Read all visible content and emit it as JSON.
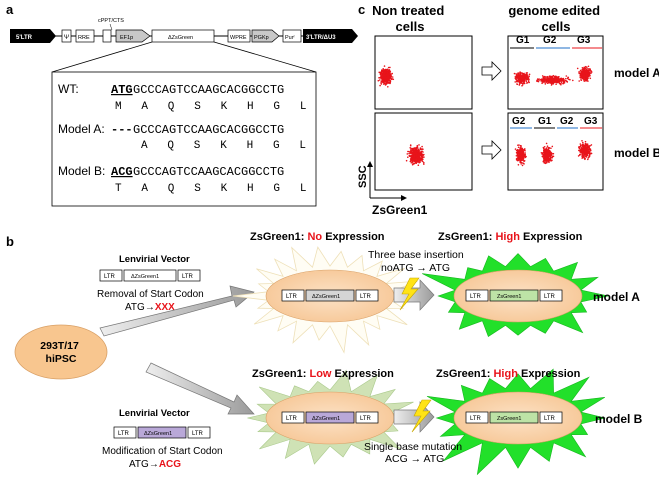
{
  "panels": {
    "a": "a",
    "b": "b",
    "c": "c"
  },
  "vector": {
    "ltr5": "5'LTR",
    "psi": "Ψ",
    "rre": "RRE",
    "cppt": "cPPT/CTS",
    "ef1p": "EF1p",
    "zsgreen": "ΔZsGreen",
    "wpre": "WPRE",
    "pgkp": "PGKp",
    "pur": "Purʳ",
    "ltr3": "3'LTR/ΔU3"
  },
  "sequences": {
    "wt_label": "WT:",
    "wt_start": "ATG",
    "wt_rest": "GCCCAGTCCAAGCACGGCCTG",
    "wt_aa": "M   A   Q   S   K   H   G   L",
    "a_label": "Model A:",
    "a_start": "---",
    "a_rest": "GCCCAGTCCAAGCACGGCCTG",
    "a_aa": "A   Q   S   K   H   G   L",
    "b_label": "Model B:",
    "b_start": "ACG",
    "b_rest": "GCCCAGTCCAAGCACGGCCTG",
    "b_aa": "T   A   Q   S   K   H   G   L"
  },
  "flow": {
    "col1_title": "Non treated\ncells",
    "col2_title": "genome edited\ncells",
    "gates_a": [
      "G1",
      "G2",
      "G3"
    ],
    "gates_b": [
      "G2",
      "G1",
      "G2",
      "G3"
    ],
    "model_a": "model A",
    "model_b": "model B",
    "ssc": "SSC",
    "xaxis": "ZsGreen1"
  },
  "scheme": {
    "cell_line": "293T/17\nhiPSC",
    "vec_title_top": "Lenvirial Vector",
    "vec_title_bottom": "Lenvirial Vector",
    "ltr": "LTR",
    "dzs": "ΔZsGreen1",
    "zs": "ZsGreen1",
    "removal_text": "Removal of Start Codon",
    "removal_code_prefix": "ATG→",
    "removal_code": "XXX",
    "mod_text": "Modification of Start Codon",
    "mod_code_prefix": "ATG→",
    "mod_code": "ACG",
    "zs_label": "ZsGreen1: ",
    "expr": "Expression",
    "no": "No",
    "low": "Low",
    "high": "High",
    "insertion_line1": "Three base insertion",
    "insertion_line2": "noATG → ATG",
    "mutation_line1": "Single base mutation",
    "mutation_line2": "ACG → ATG",
    "model_a": "model A",
    "model_b": "model B"
  },
  "colors": {
    "red": "#e8141b",
    "green": "#22e02a",
    "cell": "#f8d2a8",
    "gray_box": "#c8c8c8"
  }
}
